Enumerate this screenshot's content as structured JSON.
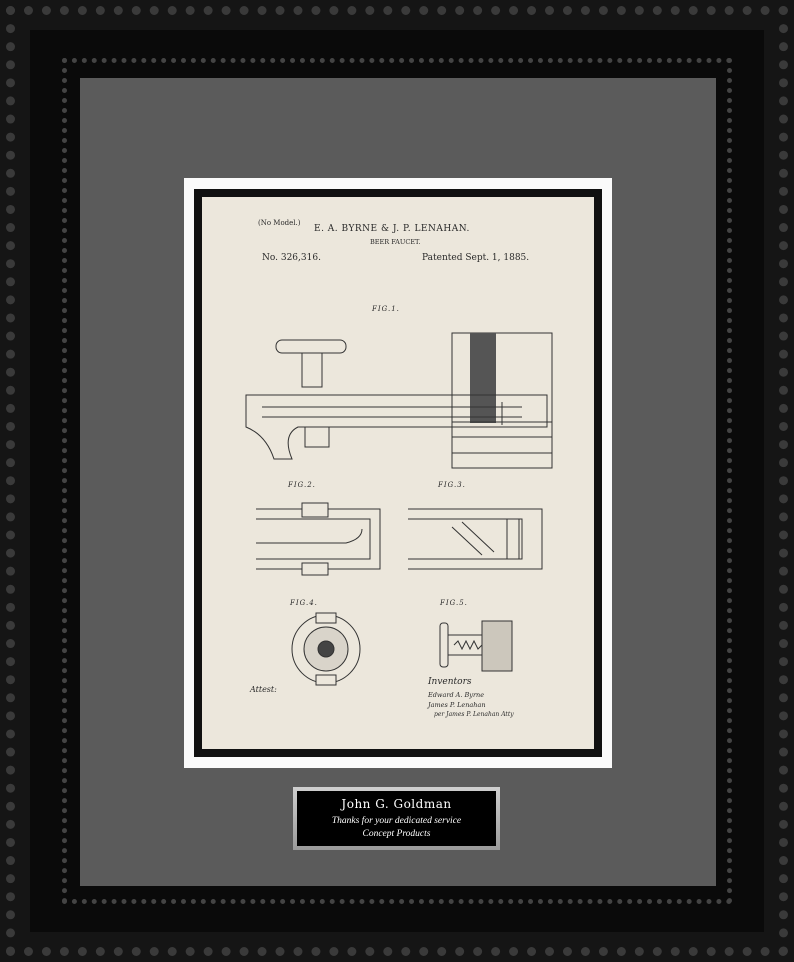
{
  "patent": {
    "model_note": "(No Model.)",
    "inventors_header": "E. A. BYRNE & J. P. LENAHAN.",
    "subtitle": "BEER FAUCET.",
    "number": "No. 326,316.",
    "date": "Patented Sept. 1, 1885.",
    "fig1": "FIG.1.",
    "fig2": "FIG.2.",
    "fig3": "FIG.3.",
    "fig4": "FIG.4.",
    "fig5": "FIG.5.",
    "attest": "Attest:",
    "inventors_label": "Inventors",
    "sig1": "Edward A. Byrne",
    "sig2": "James P. Lenahan",
    "sig3": "per James P. Lenahan Atty"
  },
  "plaque": {
    "name": "John G. Goldman",
    "line2": "Thanks for your dedicated service",
    "line3": "Concept Products"
  },
  "colors": {
    "frame": "#151515",
    "mat": "#5b5b5b",
    "paper": "#ece7dc",
    "plaque_text": "#ffffff"
  }
}
